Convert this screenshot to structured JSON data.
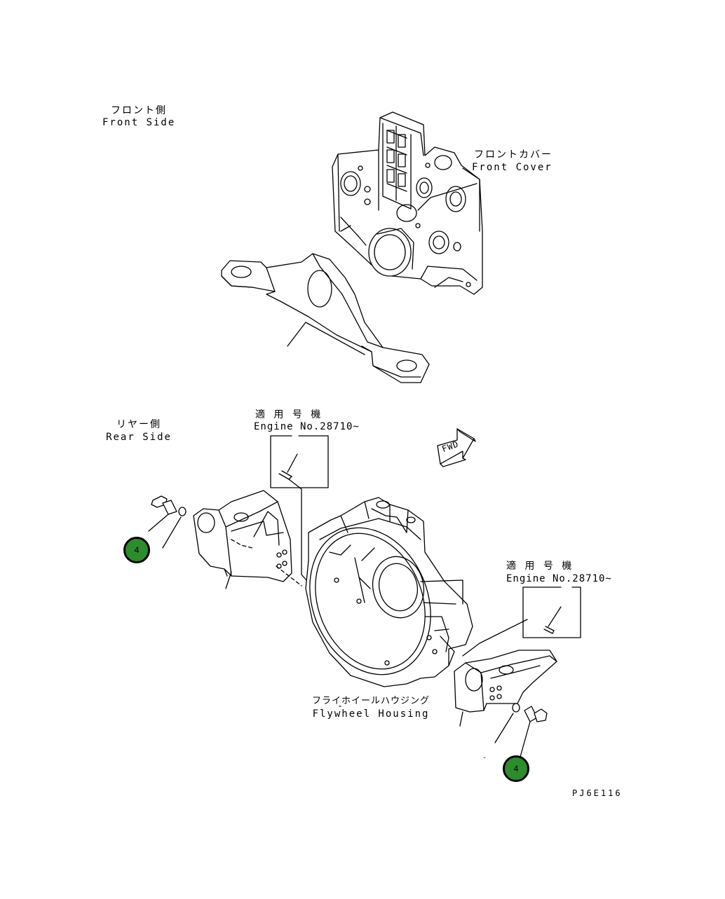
{
  "labels": {
    "front_side_jp": "フロント側",
    "front_side_en": "Front Side",
    "front_cover_jp": "フロントカバー",
    "front_cover_en": "Front Cover",
    "rear_side_jp": "リヤー側",
    "rear_side_en": "Rear Side",
    "engine_applicable_1_jp": "適 用 号 機",
    "engine_applicable_1_en": "Engine No.28710~",
    "engine_applicable_2_jp": "適 用 号 機",
    "engine_applicable_2_en": "Engine No.28710~",
    "flywheel_housing_jp": "フライホイールハウジング",
    "flywheel_housing_en": "Flywheel Housing",
    "fwd": "FWD",
    "dash": "-",
    "drawing_code": "PJ6E116"
  },
  "callouts": [
    {
      "number": "4"
    },
    {
      "number": "4"
    }
  ],
  "colors": {
    "callout_fill": "#2e8b2e",
    "line": "#000000",
    "background": "#ffffff"
  }
}
